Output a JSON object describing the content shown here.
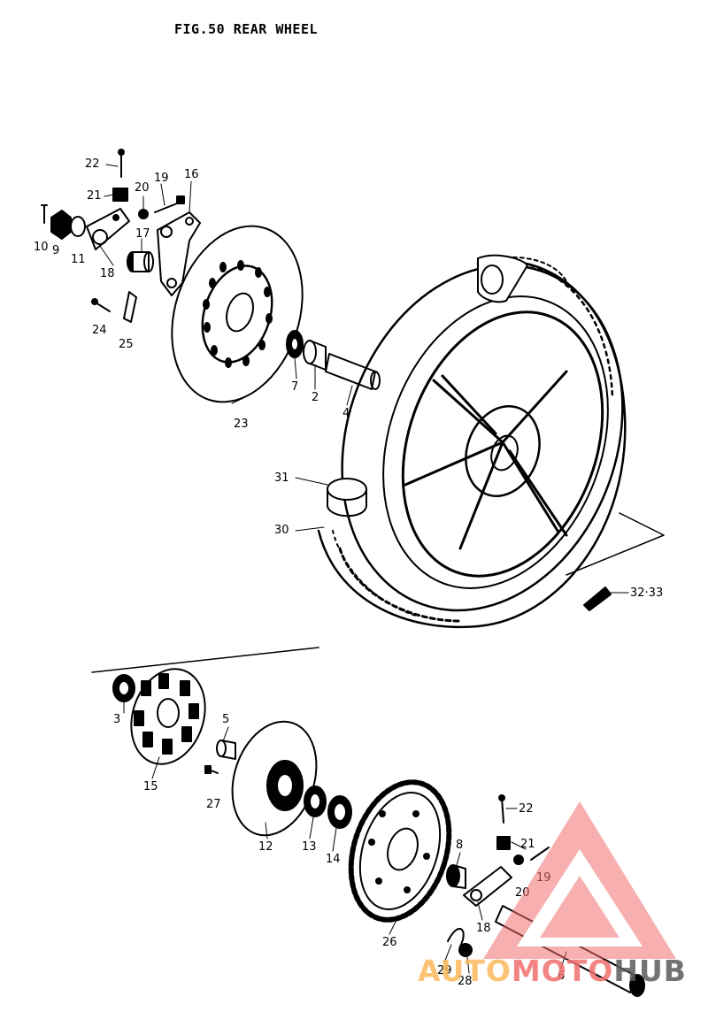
{
  "figure": {
    "title": "FIG.50  REAR WHEEL"
  },
  "callouts": [
    "22",
    "21",
    "20",
    "19",
    "16",
    "10",
    "9",
    "11",
    "18",
    "17",
    "24",
    "25",
    "23",
    "7",
    "2",
    "4",
    "31",
    "30",
    "32·33",
    "3",
    "5",
    "15",
    "27",
    "12",
    "13",
    "14",
    "8",
    "26",
    "22",
    "21",
    "19",
    "20",
    "18",
    "29",
    "28",
    "6"
  ],
  "watermark": {
    "part_a": "AUTO",
    "part_b": "MOTO",
    "part_c": "HUB",
    "colors": {
      "auto": "#f9b95a",
      "moto": "#f06e6e",
      "hub": "#555555",
      "icon": "#f06e6e"
    }
  }
}
